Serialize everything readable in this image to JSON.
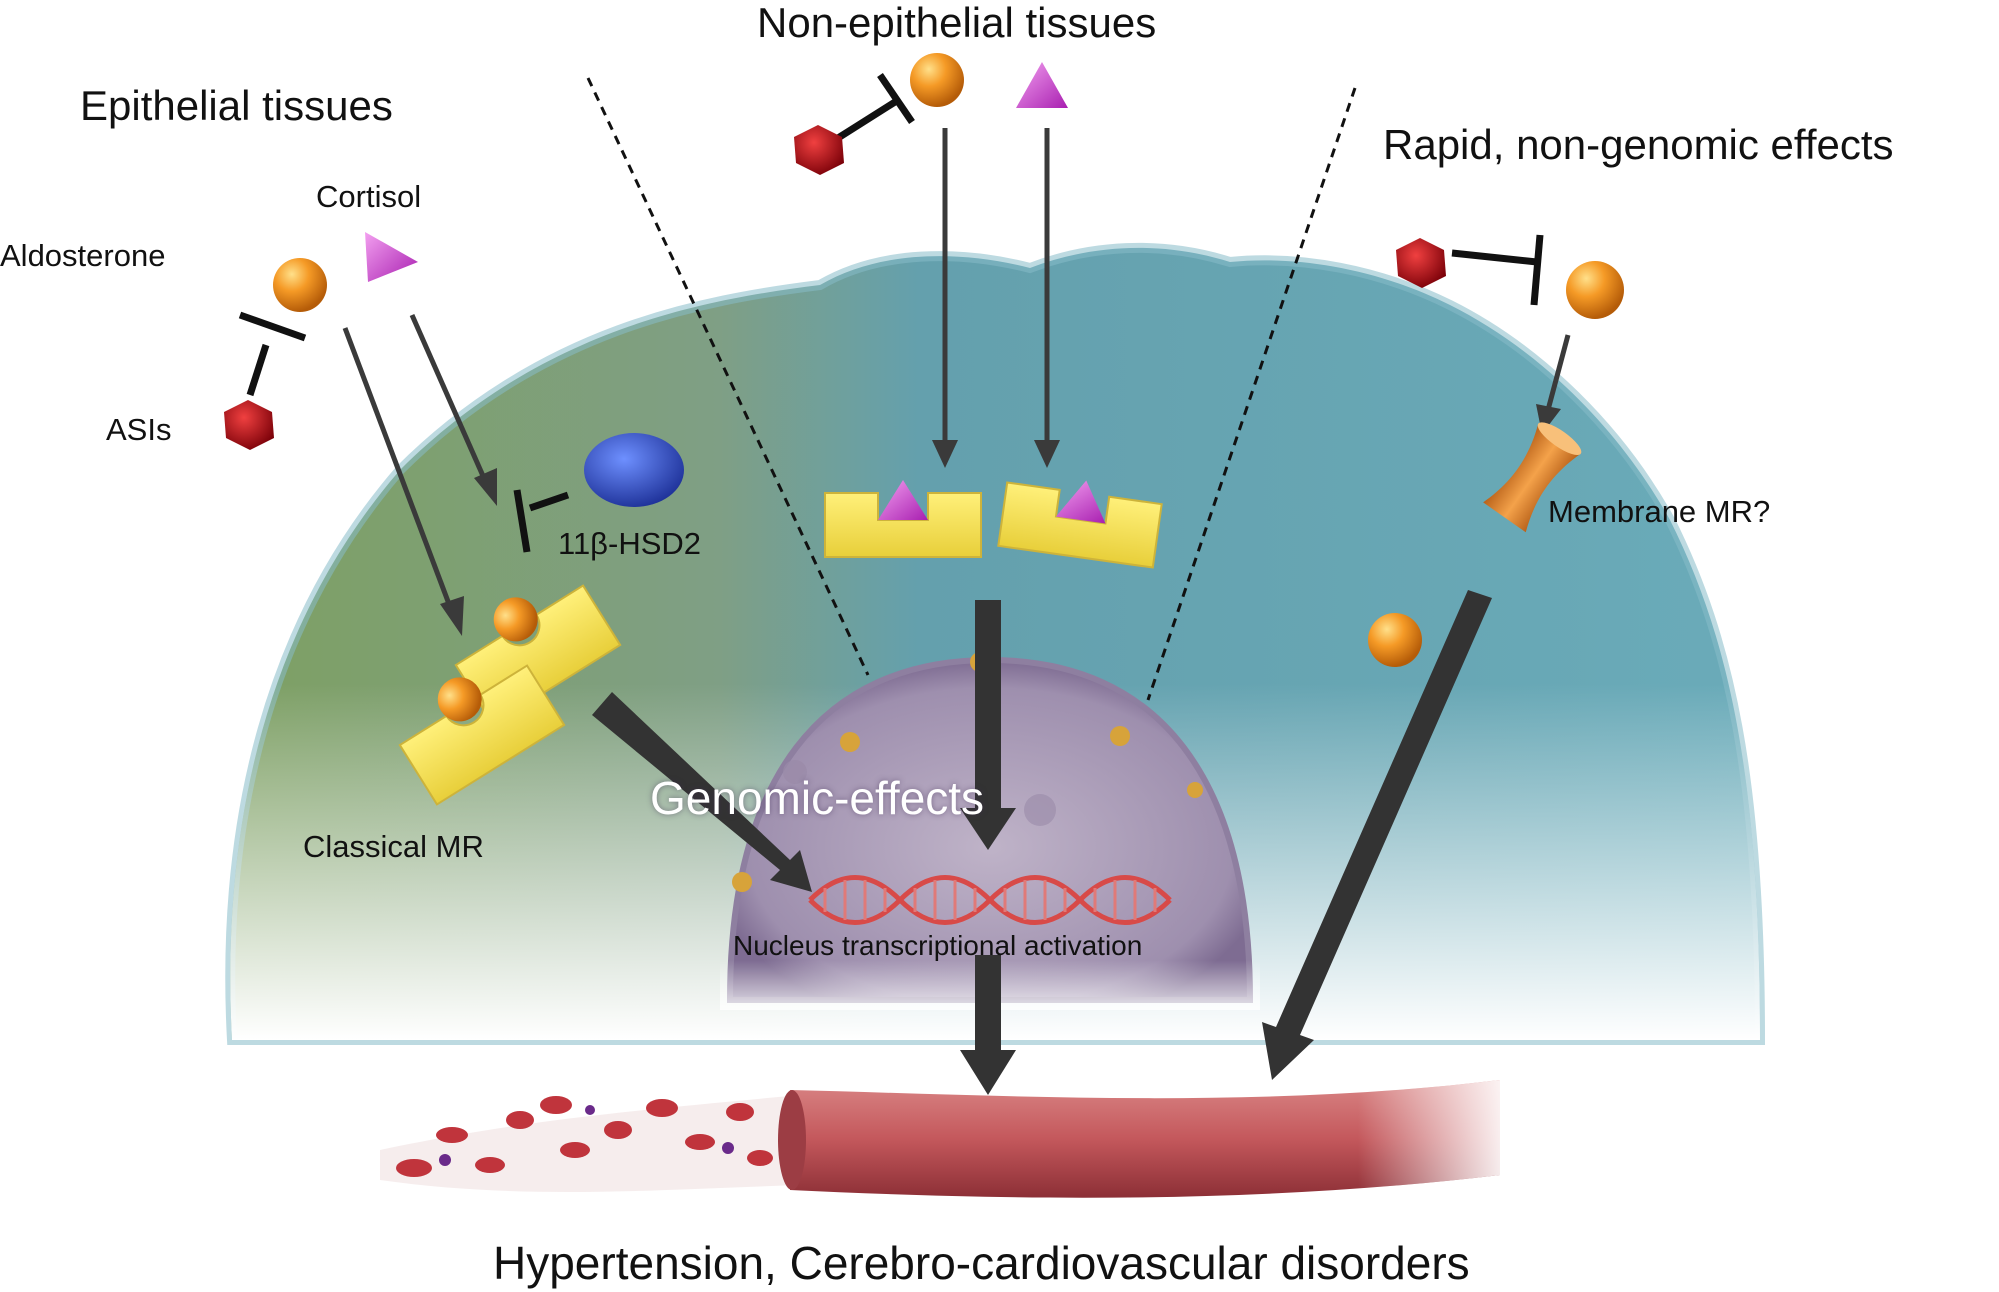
{
  "labels": {
    "non_epithelial": "Non-epithelial tissues",
    "epithelial": "Epithelial tissues",
    "rapid": "Rapid, non-genomic effects",
    "cortisol": "Cortisol",
    "aldosterone": "Aldosterone",
    "asis": "ASIs",
    "hsd2": "11β-HSD2",
    "membrane_mr": "Membrane MR?",
    "genomic": "Genomic-effects",
    "classical_mr": "Classical MR",
    "transcription": "Nucleus transcriptional activation",
    "outcome": "Hypertension, Cerebro-cardiovascular disorders"
  },
  "colors": {
    "aldosterone": "#f08a1c",
    "cortisol": "#c93bcc",
    "asi": "#b8101a",
    "receptor": "#f2df4c",
    "enzyme": "#2a4fc9",
    "membrane_receptor": "#e8882a",
    "cell_left": "#7d9f64",
    "cell_right": "#5f9eae",
    "nucleus": "#a89ab4",
    "dna": "#d84a48",
    "vessel": "#c4585c"
  }
}
